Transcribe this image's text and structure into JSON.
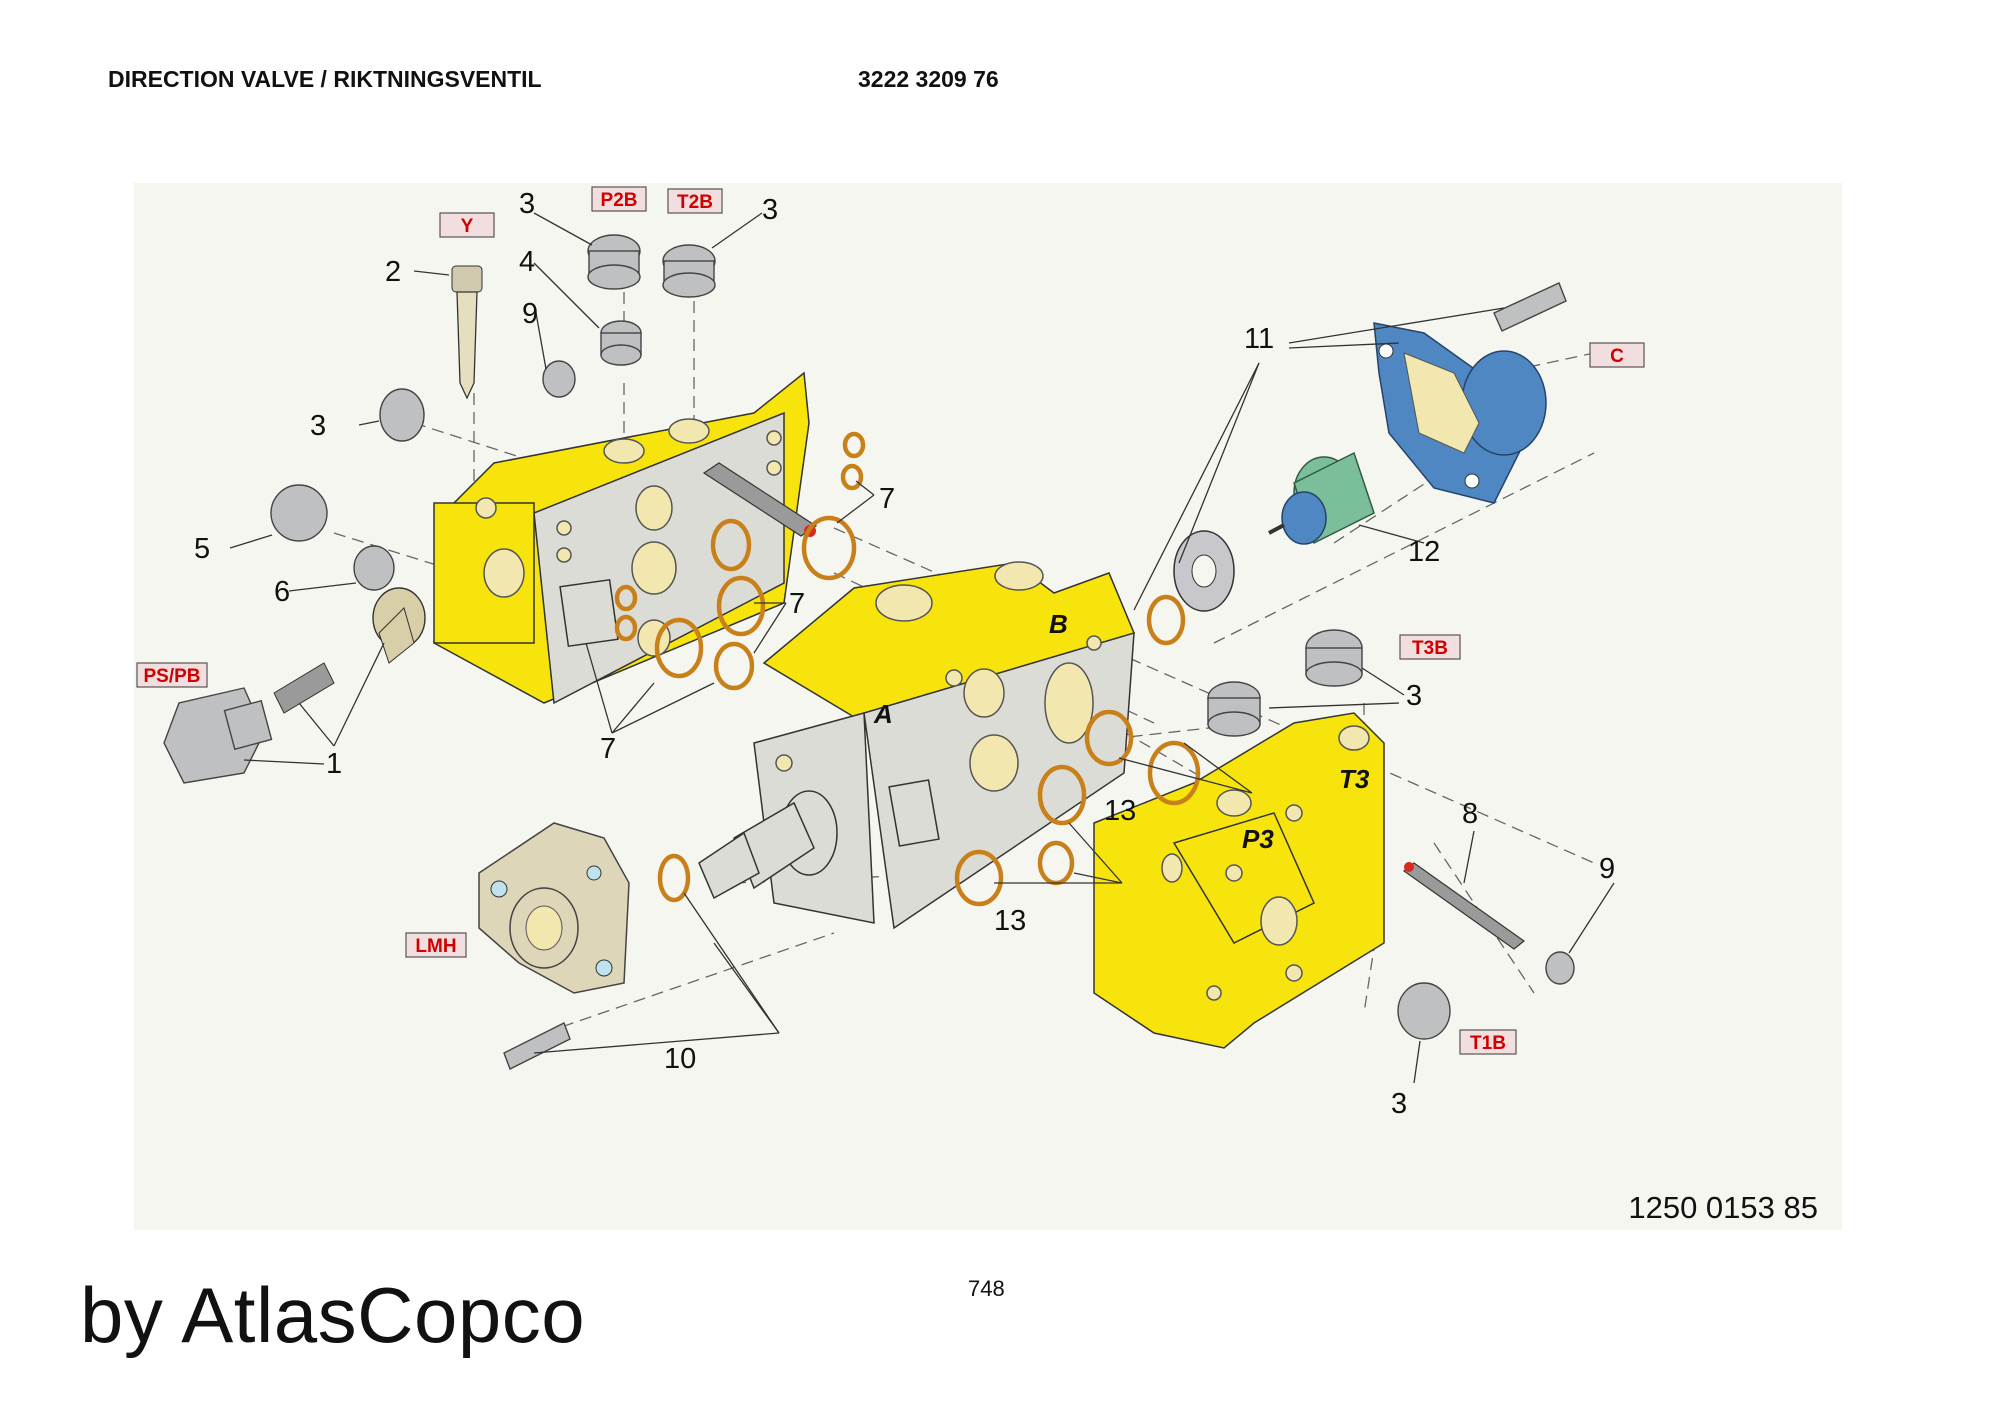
{
  "header": {
    "title": "DIRECTION VALVE / RIKTNINGSVENTIL",
    "document_number": "3222 3209 76"
  },
  "figure": {
    "figure_number": "1250 0153 85",
    "port_tags": {
      "y": "Y",
      "p2b": "P2B",
      "t2b": "T2B",
      "c": "C",
      "ps_pb": "PS/PB",
      "lmh": "LMH",
      "t3b": "T3B",
      "t1b": "T1B"
    },
    "body_port_letters": {
      "a": "A",
      "b": "B",
      "p3": "P3",
      "t3": "T3"
    },
    "callouts": {
      "c1": "1",
      "c2": "2",
      "c3a": "3",
      "c3b": "3",
      "c3c": "3",
      "c3d": "3",
      "c3e": "3",
      "c4": "4",
      "c5": "5",
      "c6": "6",
      "c7a": "7",
      "c7b": "7",
      "c7c": "7",
      "c8": "8",
      "c9a": "9",
      "c9b": "9",
      "c10": "10",
      "c11": "11",
      "c12": "12",
      "c13a": "13",
      "c13b": "13"
    }
  },
  "footer": {
    "page_number": "748",
    "brand": "by AtlasCopco"
  }
}
